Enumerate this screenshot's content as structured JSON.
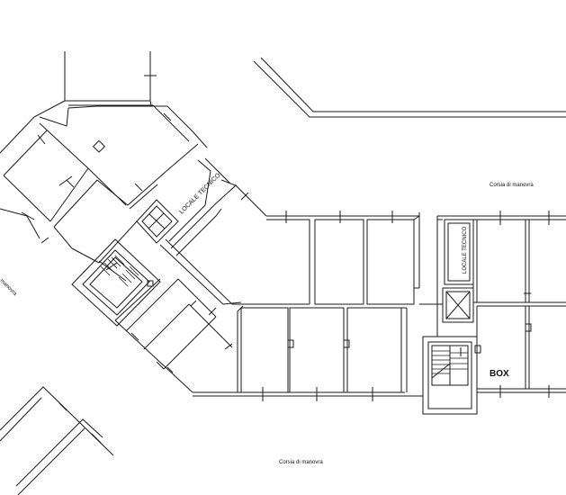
{
  "labels": {
    "corsia_top": "Corsia di manovra",
    "corsia_bottom": "Corsia di manovra",
    "corsia_left": "manovra",
    "locale_tecnico_1": "LOCALE TECNICO",
    "locale_tecnico_2": "LOCALE TECNICO",
    "box": "BOX"
  },
  "colors": {
    "line": "#1a1a1a",
    "background": "#ffffff"
  }
}
